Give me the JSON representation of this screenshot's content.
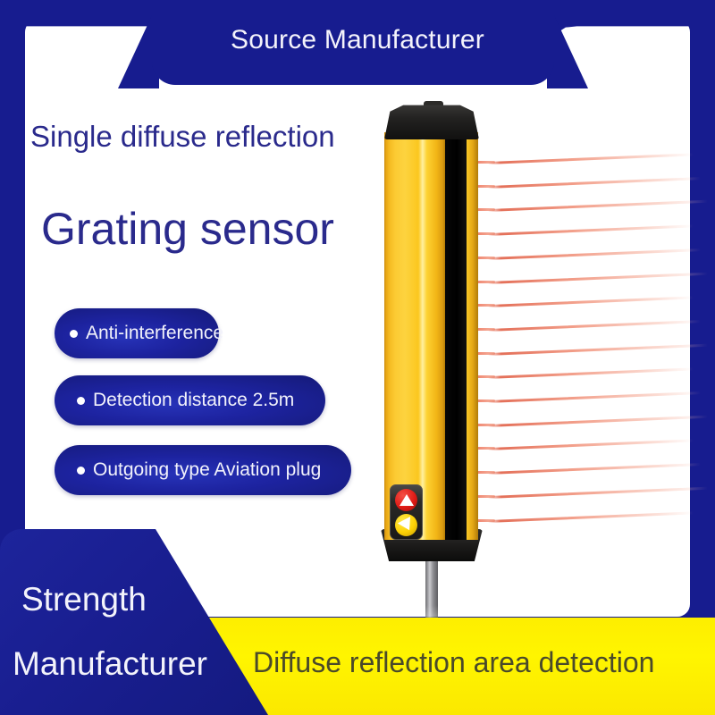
{
  "banner": {
    "ribbon_title": "Source Manufacturer",
    "headline_sub": "Single diffuse reflection",
    "headline_main": "Grating sensor",
    "features": [
      {
        "label": "Anti-interference"
      },
      {
        "label": "Detection distance 2.5m"
      },
      {
        "label": "Outgoing type Aviation plug"
      }
    ],
    "corner": {
      "line1": "Strength",
      "line2": "Manufacturer"
    },
    "footer_caption": "Diffuse reflection area detection"
  },
  "product": {
    "name": "grating-light-curtain-sensor",
    "indicators": [
      {
        "name": "red-status-led",
        "color": "#e01b16",
        "glyph": "triangle-up"
      },
      {
        "name": "amber-status-led",
        "color": "#fcd105",
        "glyph": "triangle-down"
      }
    ],
    "beam_count": 16,
    "beam_color": "#e05c42"
  },
  "colors": {
    "brand_blue": "#171c8f",
    "pill_blue": "#1d23a0",
    "accent_yellow": "#fff500",
    "body_yellow": "#fdd33f",
    "text_blue": "#2a2a8c",
    "caption_olive": "#4a4a2a",
    "white": "#ffffff"
  }
}
